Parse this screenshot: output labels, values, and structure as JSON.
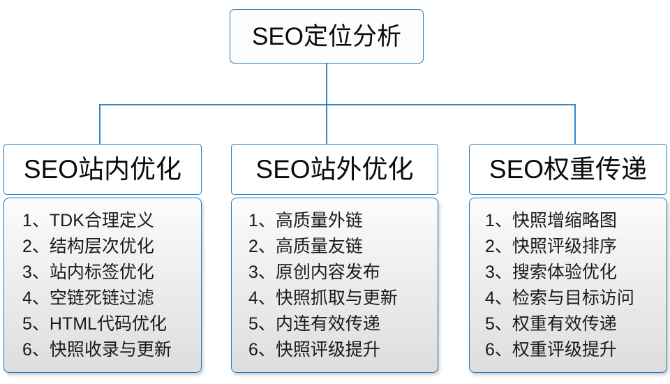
{
  "diagram": {
    "type": "org-chart",
    "orientation": "top-down",
    "colors": {
      "connector_line": "#2178BE",
      "box_border": "#2178BE",
      "root_fill": "#fdfdfd",
      "header_fill": "#ffffff",
      "list_fill_top": "#fcfcfc",
      "list_fill_bottom": "#dddddd",
      "text": "#0a0a0a"
    },
    "root": {
      "label": "SEO定位分析"
    },
    "branches": [
      {
        "header": "SEO站内优化",
        "items": [
          "1、TDK合理定义",
          "2、结构层次优化",
          "3、站内标签优化",
          "4、空链死链过滤",
          "5、HTML代码优化",
          "6、快照收录与更新"
        ]
      },
      {
        "header": "SEO站外优化",
        "items": [
          "1、高质量外链",
          "2、高质量友链",
          "3、原创内容发布",
          "4、快照抓取与更新",
          "5、内连有效传递",
          "6、快照评级提升"
        ]
      },
      {
        "header": "SEO权重传递",
        "items": [
          "1、快照增缩略图",
          "2、快照评级排序",
          "3、搜索体验优化",
          "4、检索与目标访问",
          "5、权重有效传递",
          "6、权重评级提升"
        ]
      }
    ]
  }
}
